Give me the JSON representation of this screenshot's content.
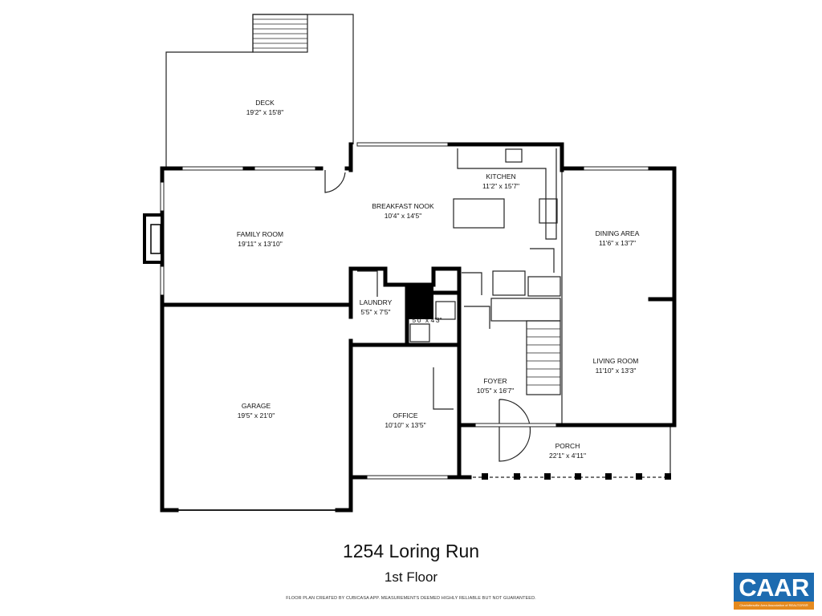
{
  "plan": {
    "address": "1254 Loring Run",
    "floor": "1st Floor",
    "disclaimer": "FLOOR PLAN CREATED BY CUBICASA APP. MEASUREMENTS DEEMED HIGHLY RELIABLE BUT NOT GUARANTEED.",
    "rooms": [
      {
        "name": "DECK",
        "size": "19'2\" x 15'8\""
      },
      {
        "name": "KITCHEN",
        "size": "11'2\" x 15'7\""
      },
      {
        "name": "BREAKFAST NOOK",
        "size": "10'4\" x 14'5\""
      },
      {
        "name": "FAMILY ROOM",
        "size": "19'11\" x 13'10\""
      },
      {
        "name": "DINING AREA",
        "size": "11'6\" x 13'7\""
      },
      {
        "name": "LAUNDRY",
        "size": "5'5\" x 7'5\""
      },
      {
        "name": "",
        "size": "5'0\" x 4'3\""
      },
      {
        "name": "LIVING ROOM",
        "size": "11'10\" x 13'3\""
      },
      {
        "name": "FOYER",
        "size": "10'5\" x 16'7\""
      },
      {
        "name": "GARAGE",
        "size": "19'5\" x 21'0\""
      },
      {
        "name": "OFFICE",
        "size": "10'10\" x 13'5\""
      },
      {
        "name": "PORCH",
        "size": "22'1\" x 4'11\""
      }
    ]
  },
  "logo": {
    "text": "CAAR",
    "tagline": "Charlottesville Area Association of REALTORS®",
    "colors": {
      "primary": "#1d6bb0",
      "accent": "#e58a1f"
    }
  }
}
